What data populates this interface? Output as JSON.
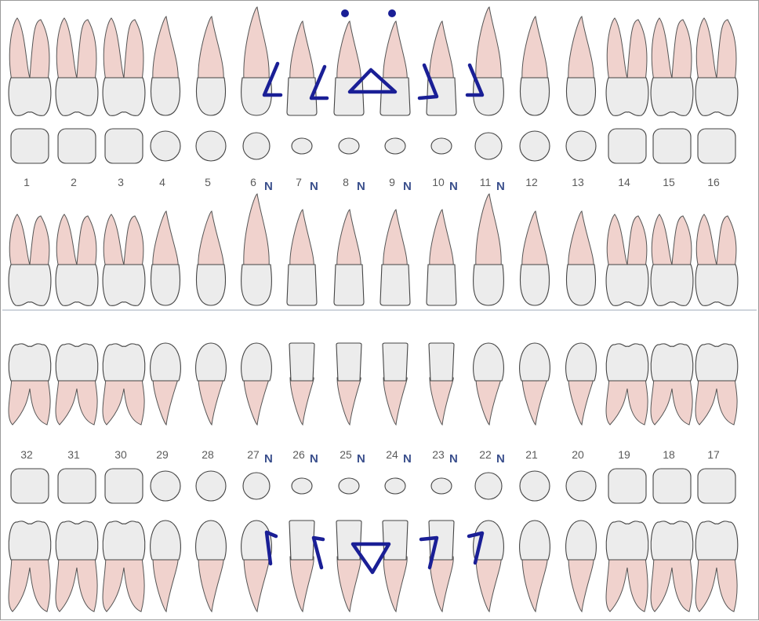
{
  "upper_numbers": [
    "1",
    "2",
    "3",
    "4",
    "5",
    "6",
    "7",
    "8",
    "9",
    "10",
    "11",
    "12",
    "13",
    "14",
    "15",
    "16"
  ],
  "lower_numbers": [
    "32",
    "31",
    "30",
    "29",
    "28",
    "27",
    "26",
    "25",
    "24",
    "23",
    "22",
    "21",
    "20",
    "19",
    "18",
    "17"
  ],
  "n_marker": "N",
  "upper_n_teeth": [
    "6",
    "7",
    "8",
    "9",
    "10",
    "11"
  ],
  "lower_n_teeth": [
    "27",
    "26",
    "25",
    "24",
    "23",
    "22"
  ],
  "colors": {
    "root": "#f0d2cd",
    "crown": "#ececec",
    "marking": "#1a1f96",
    "n_label": "#3a4f8c",
    "number": "#5b5b5b"
  },
  "icons": {
    "upper_tooth": "tooth-upper-icon",
    "lower_tooth": "tooth-lower-icon",
    "occlusal": "occlusal-icon",
    "bracket": "bracket-mark-icon",
    "dot": "dot-mark-icon"
  }
}
